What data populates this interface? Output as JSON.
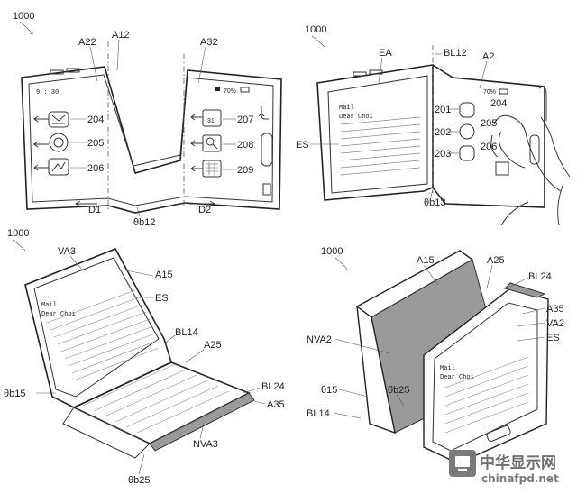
{
  "figures": [
    {
      "figure_ref": "1000",
      "status_time": "9 : 30",
      "battery": "70%",
      "labels": {
        "a22": "A22",
        "a12": "A12",
        "a32": "A32",
        "d1": "D1",
        "d2": "D2",
        "theta": "θb12"
      },
      "icon_refs": [
        "204",
        "205",
        "206",
        "207",
        "208",
        "209"
      ],
      "calendar_day": "31"
    },
    {
      "figure_ref": "1000",
      "labels": {
        "ea": "EA",
        "bl12": "BL12",
        "ia2": "IA2",
        "es": "ES",
        "theta": "θb13"
      },
      "battery": "70%",
      "mail_lines": [
        "Mail",
        "Dear Choi"
      ],
      "icon_refs": [
        "201",
        "202",
        "203",
        "204",
        "205",
        "206"
      ]
    },
    {
      "figure_ref": "1000",
      "labels": {
        "va3": "VA3",
        "a15": "A15",
        "es": "ES",
        "bl14": "BL14",
        "a25": "A25",
        "bl24": "BL24",
        "a35": "A35",
        "theta_b15": "θb15",
        "nva3": "NVA3",
        "theta_b25": "θb25"
      },
      "mail_lines": [
        "Mail",
        "Dear Choi"
      ]
    },
    {
      "figure_ref": "1000",
      "labels": {
        "a15": "A15",
        "a25": "A25",
        "bl24": "BL24",
        "a35": "A35",
        "va2": "VA2",
        "es": "ES",
        "nva2": "NVA2",
        "theta_15": "θ15",
        "theta_b25": "θb25",
        "bl14": "BL14"
      },
      "mail_lines": [
        "Mail",
        "Dear Choi"
      ]
    }
  ],
  "watermark": {
    "brand": "中华显示网",
    "url": "chinafpd.net"
  }
}
